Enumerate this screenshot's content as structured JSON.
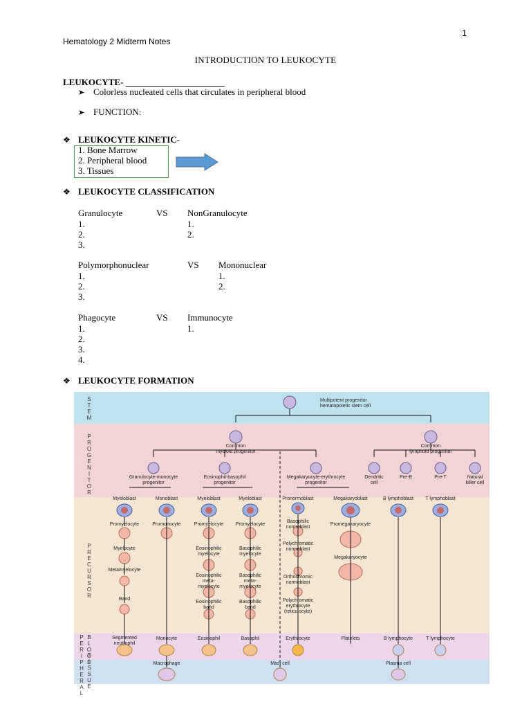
{
  "page_number": "1",
  "header": "Hematology 2 Midterm Notes",
  "title": "INTRODUCTION TO LEUKOCYTE",
  "leukocyte": {
    "heading": "LEUKOCYTE- ______________________",
    "bullet1": "Colorless nucleated cells that circulates in peripheral blood",
    "bullet2": "FUNCTION:"
  },
  "kinetic": {
    "heading": "LEUKOCYTE KINETIC",
    "heading_suffix": "-",
    "items": [
      "1.   Bone Marrow",
      "2.   Peripheral blood",
      "3.   Tissues"
    ]
  },
  "classification": {
    "heading": "LEUKOCYTE CLASSIFICATION",
    "pairs": [
      {
        "left": "Granulocyte",
        "vs": "VS",
        "right": "NonGranulocyte",
        "left_nums": [
          "1.",
          "2.",
          "3."
        ],
        "right_nums": [
          "1.",
          "2."
        ]
      },
      {
        "left": "Polymorphonuclear",
        "vs": "VS",
        "right": "Mononuclear",
        "left_nums": [
          "1.",
          "2.",
          "3."
        ],
        "right_nums": [
          "1.",
          "2."
        ]
      },
      {
        "left": "Phagocyte",
        "vs": "VS",
        "right": "Immunocyte",
        "left_nums": [
          "1.",
          "2.",
          "3.",
          "4."
        ],
        "right_nums": [
          "1."
        ]
      }
    ]
  },
  "formation": {
    "heading": "LEUKOCYTE FORMATION",
    "bands": {
      "stem": "S T E M",
      "progenitor": "P R O G E N I T O R",
      "precursor": "P R E C U R S O R",
      "peripheral": "P E R I P H E R A L",
      "blood": "B L O O D",
      "tissue": "T I S S U E"
    },
    "labels": {
      "stem_cell": "Multipotent progenitor\nhematopoietic stem cell",
      "myeloid": "Common\nmyeloid progenitor",
      "lymphoid": "Common\nlymphoid progenitor",
      "gm": "Granulocyte-monocyte\nprogenitor",
      "eb": "Eosinophil-basophil\nprogenitor",
      "me": "Megakaryocyte-erythrocyte\nprogenitor",
      "dendritic": "Dendritic\ncell",
      "preb": "Pre-B",
      "pret": "Pre-T",
      "nk": "Natural\nkiller cell",
      "myeloblast1": "Myeloblast",
      "monoblast": "Monoblast",
      "myeloblast2": "Myeloblast",
      "myeloblast3": "Myeloblast",
      "pronormoblast": "Pronormoblast",
      "megakaryoblast": "Megakaryoblast",
      "blymphoblast": "B lymphoblast",
      "tlymphoblast": "T lymphoblast",
      "promyelocyte1": "Promyelocyte",
      "promonocyte": "Promonocyte",
      "promyelocyte2": "Promyelocyte",
      "promyelocyte3": "Promyelocyte",
      "basonorm": "Basophilic\nnormoblast",
      "promega": "Promegakaryocyte",
      "myelocyte": "Myelocyte",
      "eosmyel": "Eosinophilic\nmyelocyte",
      "basmyel": "Basophilic\nmyelocyte",
      "polynorm": "Polychromatic\nnormoblast",
      "megakaryocyte": "Megakaryocyte",
      "metamyel": "Metamyelocyte",
      "eosmeta": "Eosinophilic\nmeta-\nmyelocyte",
      "basmeta": "Basophilic\nmeta-\nmyelocyte",
      "orthonorm": "Orthochromic\nnormoblast",
      "band": "Band",
      "eosband": "Eosinophilic\nband",
      "basband": "Basophilic\nband",
      "polyery": "Polychromatic\nerythrocyte\n(reticulocyte)",
      "seg": "Segmented\nneutrophil",
      "monocyte": "Monocyte",
      "eosinophil": "Eosinophil",
      "basophil": "Basophil",
      "erythrocyte": "Erythrocyte",
      "platelets": "Platelets",
      "blymph": "B lymphocyte",
      "tlymph": "T lymphocyte",
      "macrophage": "Macrophage",
      "mast": "Mast cell",
      "plasma": "Plasma cell"
    }
  },
  "colors": {
    "stem_band": "#bfe3ee",
    "progenitor_band": "#f2d3d6",
    "precursor_band": "#f5e6d3",
    "peripheral_band": "#eed6ea",
    "tissue_band": "#cfe0f0",
    "arrow_fill": "#5b9bd5",
    "box_border": "#4a9a4a"
  }
}
